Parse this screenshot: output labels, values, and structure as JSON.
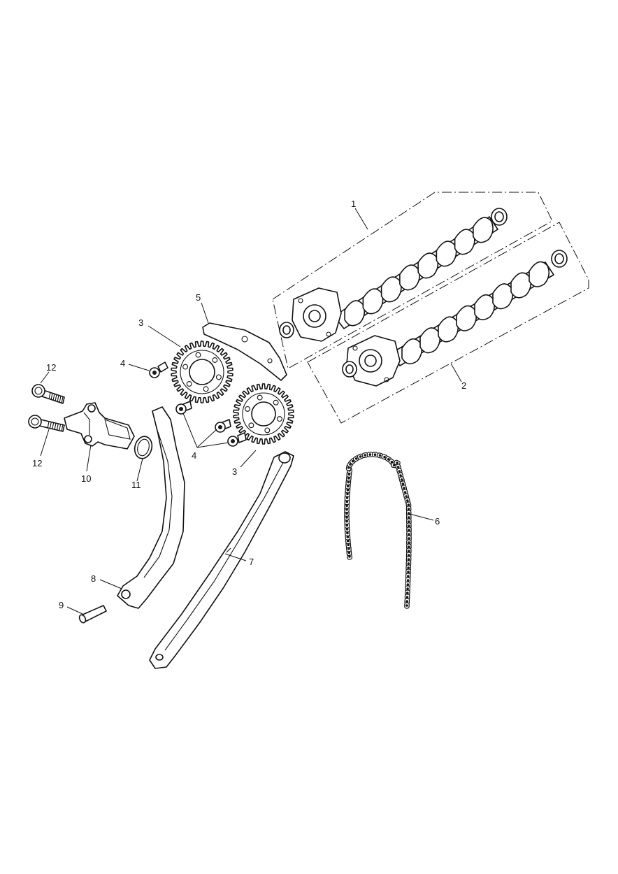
{
  "callouts": {
    "c1": "1",
    "c2": "2",
    "c3a": "3",
    "c3b": "3",
    "c4a": "4",
    "c4b": "4",
    "c5": "5",
    "c6": "6",
    "c7": "7",
    "c8": "8",
    "c9": "9",
    "c10": "10",
    "c11": "11",
    "c12a": "12",
    "c12b": "12"
  },
  "colors": {
    "line": "#111111",
    "background": "#ffffff"
  }
}
